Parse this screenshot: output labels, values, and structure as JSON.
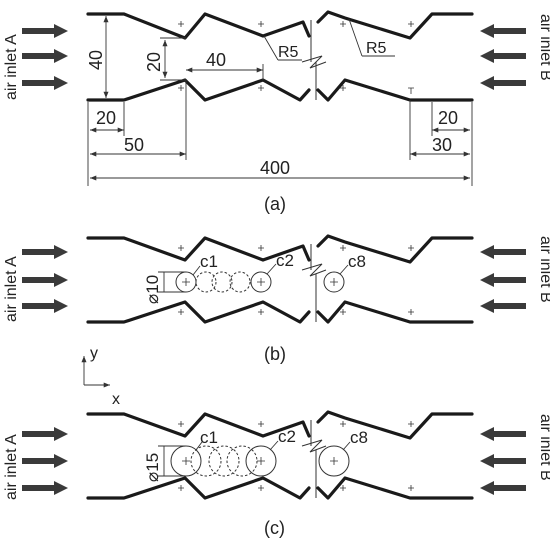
{
  "panels": {
    "a": {
      "caption": "(a)"
    },
    "b": {
      "caption": "(b)"
    },
    "c": {
      "caption": "(c)"
    }
  },
  "inlets": {
    "left": "air inlet A",
    "right": "air inlet B"
  },
  "dimensions": {
    "height_inlet": "40",
    "height_throat": "20",
    "len_convergent": "40",
    "len_flat_left": "20",
    "len_left": "50",
    "len_total": "400",
    "len_flat_right": "20",
    "len_right": "30",
    "radius_left": "R5",
    "radius_right": "R5"
  },
  "cylinders_b": {
    "diameter": "⌀10",
    "c1": "c1",
    "c2": "c2",
    "c8": "c8"
  },
  "cylinders_c": {
    "diameter": "⌀15",
    "c1": "c1",
    "c2": "c2",
    "c8": "c8"
  },
  "axes": {
    "y": "y",
    "x": "x"
  },
  "colors": {
    "stroke": "#1a1a1a",
    "arrow": "#3a3a3a",
    "text": "#222222"
  }
}
